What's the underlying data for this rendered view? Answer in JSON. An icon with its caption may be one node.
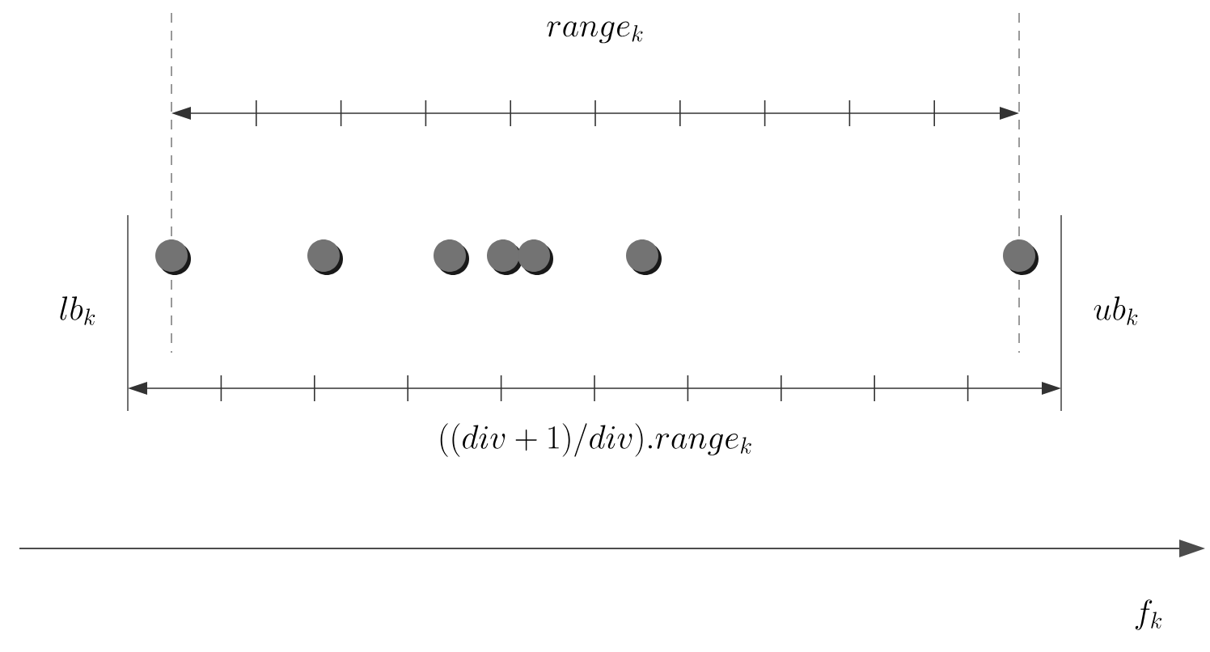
{
  "diagram": {
    "labels": [
      "range_k",
      "lb_k",
      "ub_k",
      "((div+1)/div).range_k",
      "f_k"
    ]
  }
}
